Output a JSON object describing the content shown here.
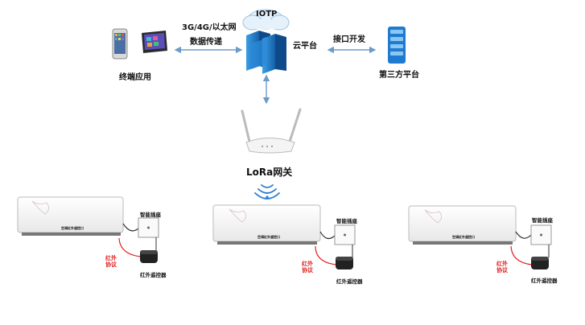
{
  "cloud": {
    "iotp_label": "IOTP",
    "platform_label": "云平台"
  },
  "terminal": {
    "network_label": "3G/4G/以太网",
    "transfer_label": "数据传递",
    "app_label": "终端应用"
  },
  "third_party": {
    "api_label": "接口开发",
    "platform_label": "第三方平台"
  },
  "gateway": {
    "label": "LoRa网关"
  },
  "units": [
    {
      "ac_panel_text": "空调红外遥控口",
      "socket_label": "智能插座",
      "protocol_label": "红外协议",
      "remote_label": "红外遥控器"
    },
    {
      "ac_panel_text": "空调红外遥控口",
      "socket_label": "智能插座",
      "protocol_label": "红外协议",
      "remote_label": "红外遥控器"
    },
    {
      "ac_panel_text": "空调红外遥控口",
      "socket_label": "智能插座",
      "protocol_label": "红外协议",
      "remote_label": "红外遥控器"
    }
  ],
  "colors": {
    "arrow": "#6b9bc8",
    "protocol_line": "#e02020",
    "server_blue": "#1f7bd0"
  }
}
